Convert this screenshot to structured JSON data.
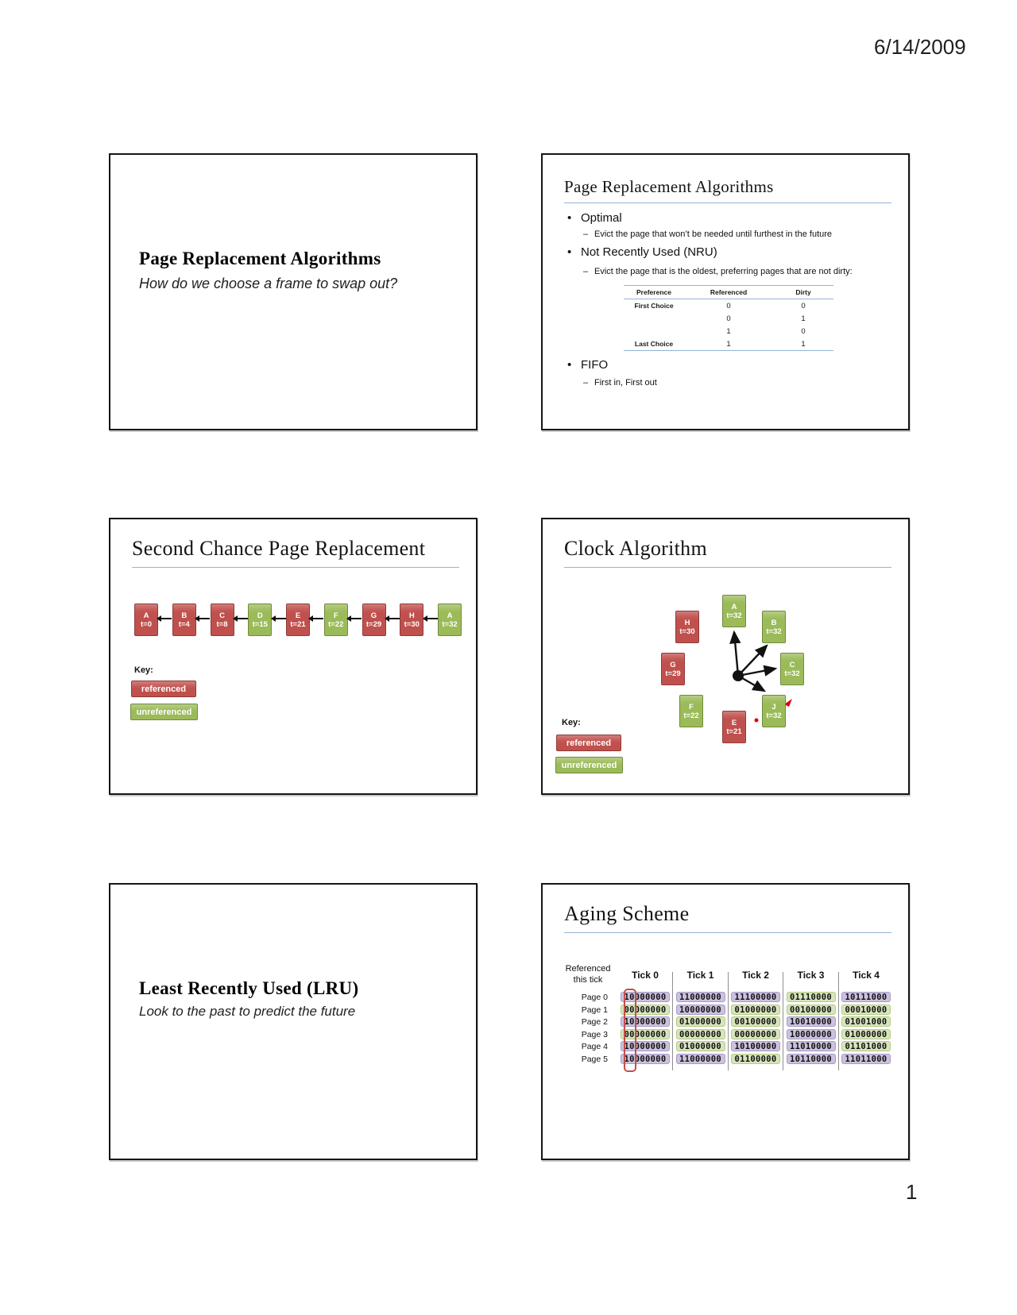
{
  "page": {
    "date": "6/14/2009",
    "number": "1"
  },
  "colors": {
    "referenced": "#c0504d",
    "referenced_border": "#8e3b38",
    "unreferenced": "#9bbb59",
    "unreferenced_border": "#71893f",
    "aging_referenced_fill": "#ccc1de",
    "aging_referenced_border": "#a79cc8",
    "aging_unreferenced_fill": "#d7e4bc",
    "aging_unreferenced_border": "#b2cc83",
    "rule": "#95b3d7",
    "highlight": "#c4504b"
  },
  "slide1": {
    "title": "Page Replacement Algorithms",
    "subtitle": "How do we choose a frame to swap out?"
  },
  "slide2": {
    "title": "Page Replacement Algorithms",
    "bullet1": "Optimal",
    "sub1": "Evict the page that won’t be needed until furthest in the future",
    "bullet2": "Not Recently Used (NRU)",
    "sub2": "Evict the page that is the oldest, preferring pages that are not dirty:",
    "table": {
      "headers": [
        "Preference",
        "Referenced",
        "Dirty"
      ],
      "rows": [
        [
          "First Choice",
          "0",
          "0"
        ],
        [
          "",
          "0",
          "1"
        ],
        [
          "",
          "1",
          "0"
        ],
        [
          "Last Choice",
          "1",
          "1"
        ]
      ]
    },
    "bullet3": "FIFO",
    "sub3": "First in, First out"
  },
  "slide3": {
    "title": "Second Chance Page Replacement",
    "frames": [
      {
        "label": "A",
        "time": "t=0",
        "state": "referenced"
      },
      {
        "label": "B",
        "time": "t=4",
        "state": "referenced"
      },
      {
        "label": "C",
        "time": "t=8",
        "state": "referenced"
      },
      {
        "label": "D",
        "time": "t=15",
        "state": "unreferenced"
      },
      {
        "label": "E",
        "time": "t=21",
        "state": "referenced"
      },
      {
        "label": "F",
        "time": "t=22",
        "state": "unreferenced"
      },
      {
        "label": "G",
        "time": "t=29",
        "state": "referenced"
      },
      {
        "label": "H",
        "time": "t=30",
        "state": "referenced"
      },
      {
        "label": "A",
        "time": "t=32",
        "state": "unreferenced"
      }
    ],
    "key_label": "Key:",
    "key_referenced": "referenced",
    "key_unreferenced": "unreferenced"
  },
  "slide4": {
    "title": "Clock Algorithm",
    "frames": [
      {
        "label": "A",
        "time": "t=32",
        "state": "unreferenced",
        "pos": "top"
      },
      {
        "label": "B",
        "time": "t=32",
        "state": "unreferenced",
        "pos": "top-right"
      },
      {
        "label": "C",
        "time": "t=32",
        "state": "unreferenced",
        "pos": "right"
      },
      {
        "label": "J",
        "time": "t=32",
        "state": "unreferenced",
        "pos": "bottom-right"
      },
      {
        "label": "E",
        "time": "t=21",
        "state": "referenced",
        "pos": "bottom"
      },
      {
        "label": "F",
        "time": "t=22",
        "state": "unreferenced",
        "pos": "bottom-left"
      },
      {
        "label": "G",
        "time": "t=29",
        "state": "referenced",
        "pos": "left"
      },
      {
        "label": "H",
        "time": "t=30",
        "state": "referenced",
        "pos": "top-left"
      }
    ],
    "key_label": "Key:",
    "key_referenced": "referenced",
    "key_unreferenced": "unreferenced"
  },
  "slide5": {
    "title": "Least Recently Used (LRU)",
    "subtitle": "Look to the past to predict the future"
  },
  "slide6": {
    "title": "Aging Scheme",
    "row_header_line1": "Referenced",
    "row_header_line2": "this tick",
    "columns": [
      "Tick 0",
      "Tick 1",
      "Tick 2",
      "Tick 3",
      "Tick 4"
    ],
    "pages": [
      "Page 0",
      "Page 1",
      "Page 2",
      "Page 3",
      "Page 4",
      "Page 5"
    ],
    "bits": [
      [
        "10000000",
        "11000000",
        "11100000",
        "01110000",
        "10111000"
      ],
      [
        "00000000",
        "10000000",
        "01000000",
        "00100000",
        "00010000"
      ],
      [
        "10000000",
        "01000000",
        "00100000",
        "10010000",
        "01001000"
      ],
      [
        "00000000",
        "00000000",
        "00000000",
        "10000000",
        "01000000"
      ],
      [
        "10000000",
        "01000000",
        "10100000",
        "11010000",
        "01101000"
      ],
      [
        "10000000",
        "11000000",
        "01100000",
        "10110000",
        "11011000"
      ]
    ]
  }
}
